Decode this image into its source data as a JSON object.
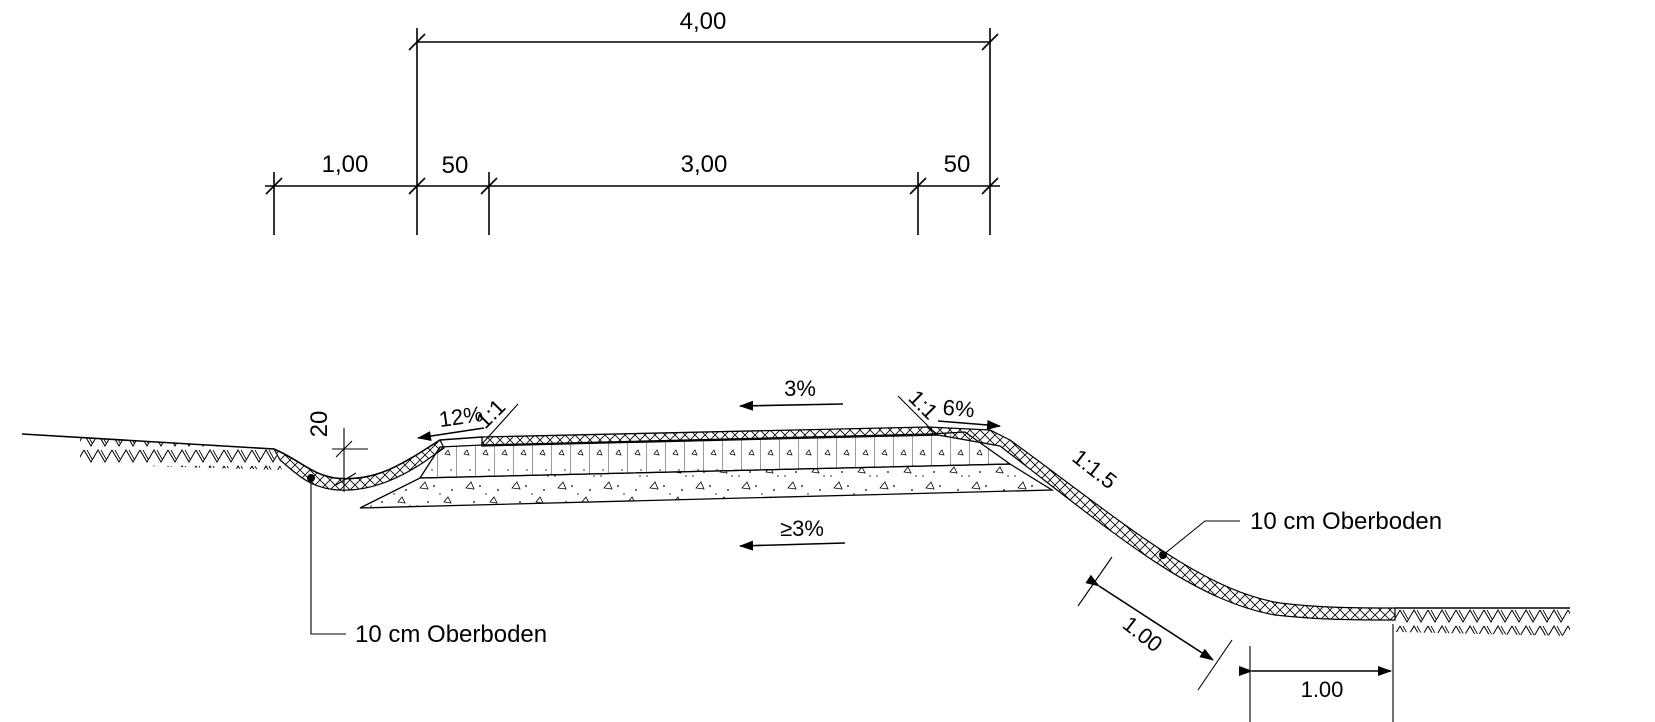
{
  "dimensions": {
    "top_total": "4,00",
    "left_shoulder": "1,00",
    "left_bankett": "50",
    "carriageway": "3,00",
    "right_bankett": "50"
  },
  "slopes": {
    "surface": "3%",
    "subgrade": "≥3%",
    "left_shoulder_pct": "12%",
    "left_edge_ratio": "1:1",
    "right_edge_ratio": "1:1",
    "right_shoulder_pct": "6%",
    "embankment_ratio": "1:1.5"
  },
  "ditch_depth": "20",
  "embankment_offset": "1.00",
  "toe_offset": "1.00",
  "labels": {
    "topsoil_left": "10 cm Oberboden",
    "topsoil_right": "10 cm Oberboden"
  }
}
